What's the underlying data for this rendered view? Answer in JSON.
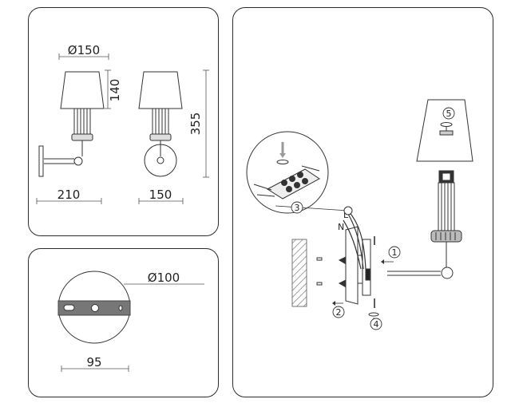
{
  "dimensions": {
    "shade_diameter": "Ø150",
    "shade_height": "140",
    "total_height": "355",
    "depth": "210",
    "width": "150"
  },
  "mount_plate": {
    "diameter": "Ø100",
    "hole_spacing": "95"
  },
  "installation": {
    "steps": [
      "1",
      "2",
      "3",
      "4",
      "5"
    ],
    "wire_labels": [
      "L",
      "N"
    ]
  }
}
